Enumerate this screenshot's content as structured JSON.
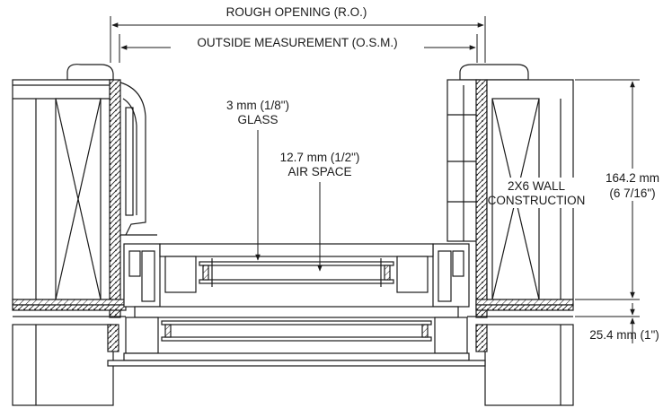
{
  "dimensions": {
    "rough_opening": "ROUGH OPENING  (R.O.)",
    "outside_measurement": "OUTSIDE MEASUREMENT  (O.S.M.)",
    "wall_depth_mm": "164.2 mm",
    "wall_depth_in": "(6 7/16\")",
    "sill_offset": "25.4 mm (1\")"
  },
  "callouts": {
    "glass_line1": "3 mm (1/8\")",
    "glass_line2": "GLASS",
    "air_line1": "12.7 mm (1/2\")",
    "air_line2": "AIR SPACE",
    "wall_line1": "2X6 WALL",
    "wall_line2": "CONSTRUCTION"
  },
  "colors": {
    "line": "#1a1a1a",
    "background": "#ffffff"
  }
}
